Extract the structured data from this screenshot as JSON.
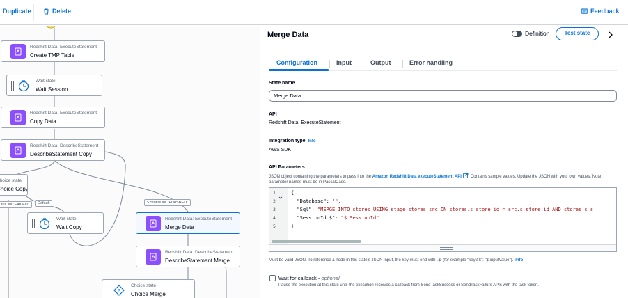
{
  "toolbar": {
    "duplicate_label": "Duplicate",
    "delete_label": "Delete",
    "feedback_label": "Feedback"
  },
  "canvas": {
    "nodes": [
      {
        "type": "Redshift Data: ExecuteStatement",
        "name": "Create TMP Table",
        "icon": "redshift-icon"
      },
      {
        "type": "Wait state",
        "name": "Wait Session",
        "icon": "timer-icon"
      },
      {
        "type": "Redshift Data: ExecuteStatement",
        "name": "Copy Data",
        "icon": "redshift-icon"
      },
      {
        "type": "Redshift Data: DescribeStatement",
        "name": "DescribeStatement Copy",
        "icon": "redshift-icon"
      },
      {
        "type": "Choice state",
        "name": "Choice Copy",
        "icon": "choice-icon"
      },
      {
        "type": "Wait state",
        "name": "Wait Copy",
        "icon": "timer-icon"
      },
      {
        "type": "Redshift Data: ExecuteStatement",
        "name": "Merge Data",
        "icon": "redshift-icon"
      },
      {
        "type": "Redshift Data: DescribeStatement",
        "name": "DescribeStatement Merge",
        "icon": "redshift-icon"
      },
      {
        "type": "Choice state",
        "name": "Choice  Merge",
        "icon": "choice-icon"
      }
    ],
    "edge_labels": {
      "failed": "tus == \"FAILED\"",
      "default": "Default",
      "finished": "$.Status == \"FINISHED\""
    }
  },
  "panel": {
    "title": "Merge Data",
    "definition_label": "Definition",
    "test_state_label": "Test state",
    "tabs": [
      {
        "label": "Configuration",
        "active": true
      },
      {
        "label": "Input",
        "active": false
      },
      {
        "label": "Output",
        "active": false
      },
      {
        "label": "Error handling",
        "active": false
      }
    ],
    "state_name_label": "State name",
    "state_name_value": "Merge Data",
    "api_label": "API",
    "api_value": "Redshift Data: ExecuteStatement",
    "integration_type_label": "Integration type",
    "integration_info": "Info",
    "integration_type_value": "AWS SDK",
    "api_parameters_label": "API Parameters",
    "api_parameters_desc_1": "JSON object containing the parameters to pass into the",
    "api_parameters_link": "Amazon Redshift Data executeStatement API",
    "api_parameters_desc_2": ". Contains sample values. Update the JSON with your own values. Note: parameter names must be in PascalCase.",
    "code_line_numbers": [
      "1",
      "2",
      "3",
      "4",
      "5"
    ],
    "code_lines": [
      "{",
      "  \"Database\": \"\",",
      "  \"Sql\": \"MERGE INTO stores USING stage_stores src ON stores.s_store_id = src.s_store_id AND stores.s_s",
      "  \"SessionId.$\": \"$.SessionId\"",
      "}"
    ],
    "json_hint": "Must be valid JSON. To reference a node in this state's JSON input, the key must end with '.$' (for example \"key2.$\": \"$.inputValue\").",
    "json_hint_info": "Info",
    "wait_callback_label": "Wait for callback -",
    "wait_callback_optional": "optional",
    "wait_callback_desc": "Pause the execution at this state until the execution receives a callback from SendTaskSuccess or SendTaskFailure APIs with the task token."
  },
  "colors": {
    "accent": "#0972d3",
    "redshift": "#8c4fff",
    "selected_bg": "#f2f8fd"
  }
}
